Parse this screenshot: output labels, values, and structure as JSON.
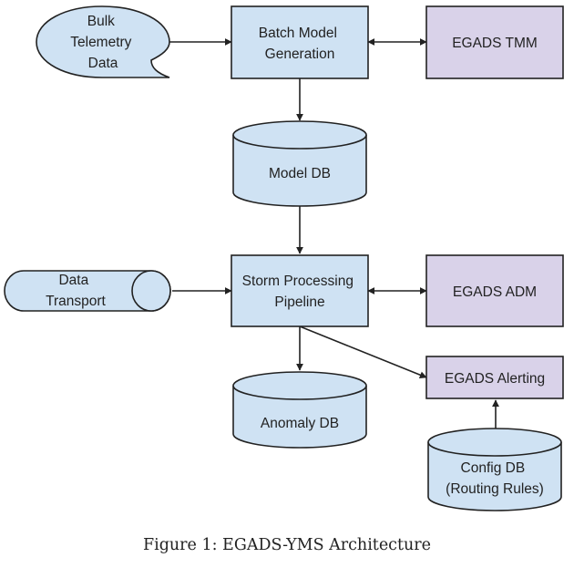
{
  "figure": {
    "caption": "Figure 1: EGADS-YMS Architecture"
  },
  "colors": {
    "process_fill": "#cfe2f3",
    "egads_fill": "#d9d2e9",
    "stroke": "#222222"
  },
  "nodes": {
    "bulk_telemetry": {
      "lines": [
        "Bulk",
        "Telemetry",
        "Data"
      ]
    },
    "batch_model": {
      "lines": [
        "Batch Model",
        "Generation"
      ]
    },
    "egads_tmm": {
      "lines": [
        "EGADS TMM"
      ]
    },
    "model_db": {
      "lines": [
        "Model DB"
      ]
    },
    "data_transport": {
      "lines": [
        "Data",
        "Transport"
      ]
    },
    "storm_pipeline": {
      "lines": [
        "Storm Processing",
        "Pipeline"
      ]
    },
    "egads_adm": {
      "lines": [
        "EGADS ADM"
      ]
    },
    "anomaly_db": {
      "lines": [
        "Anomaly DB"
      ]
    },
    "egads_alerting": {
      "lines": [
        "EGADS Alerting"
      ]
    },
    "config_db": {
      "lines": [
        "Config DB",
        "(Routing Rules)"
      ]
    }
  }
}
